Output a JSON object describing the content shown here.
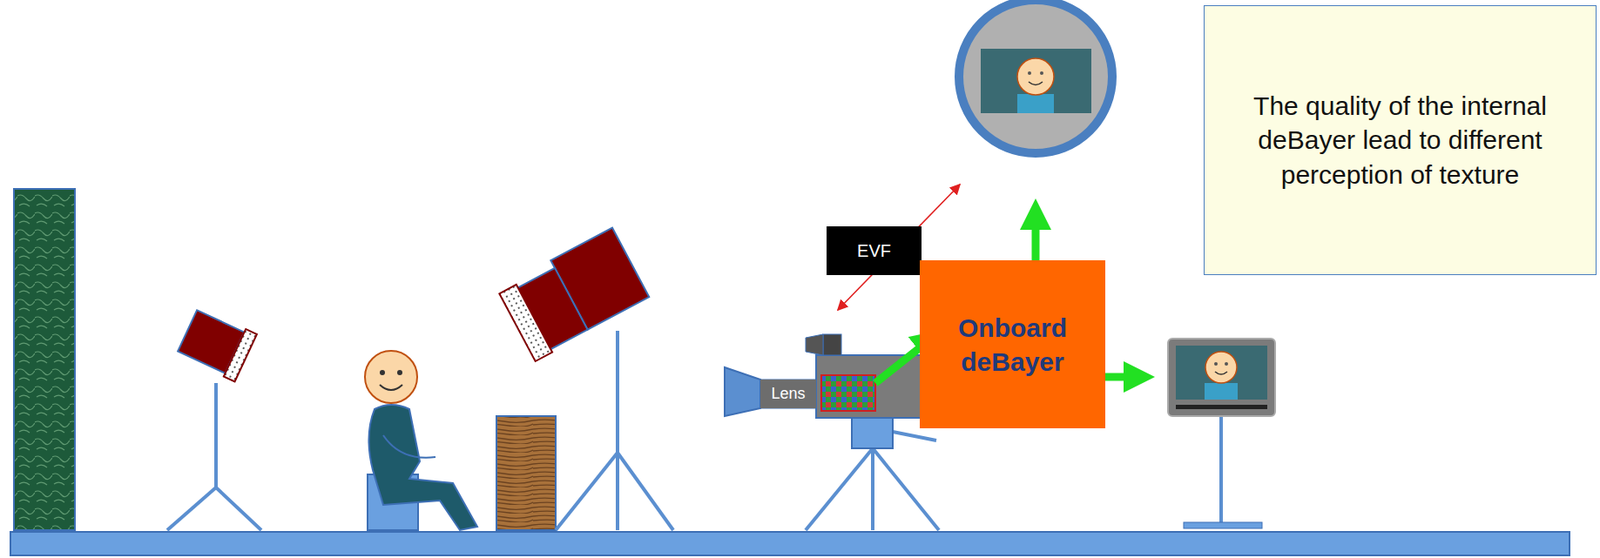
{
  "diagram": {
    "nodes": [
      {
        "text": [
          "Lens"
        ]
      },
      {
        "text": [
          "EVF"
        ]
      },
      {
        "text": [
          "Onboard deBayer"
        ]
      },
      {
        "text": [
          "The quality of the internal deBayer lead to different perception of texture"
        ]
      }
    ]
  }
}
